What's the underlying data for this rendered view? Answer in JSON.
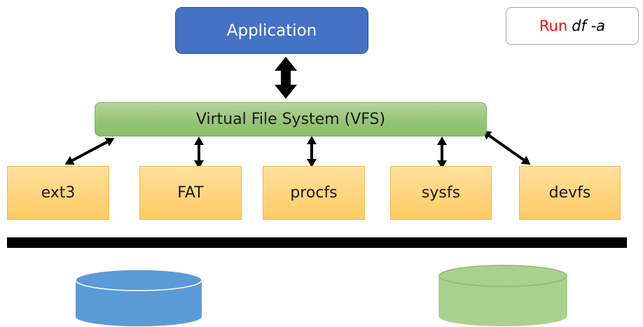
{
  "diagram": {
    "application_label": "Application",
    "vfs_label": "Virtual File System (VFS)",
    "filesystems": [
      {
        "id": "ext3",
        "label": "ext3"
      },
      {
        "id": "fat",
        "label": "FAT"
      },
      {
        "id": "procfs",
        "label": "procfs"
      },
      {
        "id": "sysfs",
        "label": "sysfs"
      },
      {
        "id": "devfs",
        "label": "devfs"
      }
    ],
    "note": {
      "run_word": "Run",
      "command": "df -a"
    },
    "storage": [
      {
        "id": "disk-blue",
        "color": "#5b9bd5"
      },
      {
        "id": "disk-green",
        "color": "#a9d18e"
      }
    ]
  },
  "colors": {
    "application_fill": "#4472c4",
    "vfs_fill": "#97c478",
    "fs_fill": "#ffd37a",
    "note_accent": "#ff0000",
    "arrow": "#000000",
    "bar": "#000000"
  }
}
